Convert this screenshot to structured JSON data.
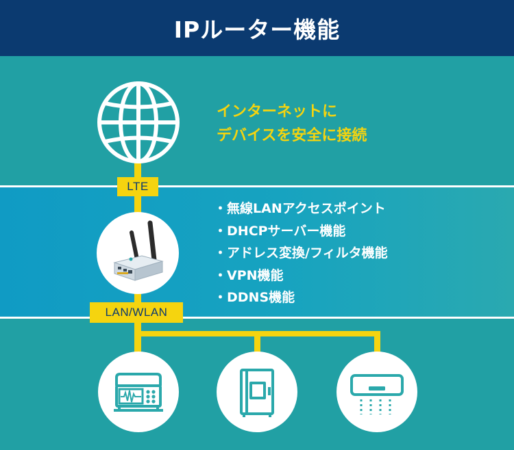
{
  "header": {
    "title": "IPルーター機能"
  },
  "internet": {
    "headline_line1": "インターネットに",
    "headline_line2": "デバイスを安全に接続",
    "connection_label": "LTE"
  },
  "router": {
    "features": [
      "無線LANアクセスポイント",
      "DHCPサーバー機能",
      "アドレス変換/フィルタ機能",
      "VPN機能",
      "DDNS機能"
    ],
    "connection_label": "LAN/WLAN"
  },
  "devices": [
    {
      "icon": "measurement-instrument-icon"
    },
    {
      "icon": "cabinet-icon"
    },
    {
      "icon": "air-conditioner-icon"
    }
  ],
  "colors": {
    "header_bg": "#0b3a70",
    "teal_bg": "#21a0a4",
    "blue_band": "#109bc4",
    "accent_yellow": "#f5d40f",
    "icon_teal": "#2aa8ab"
  }
}
